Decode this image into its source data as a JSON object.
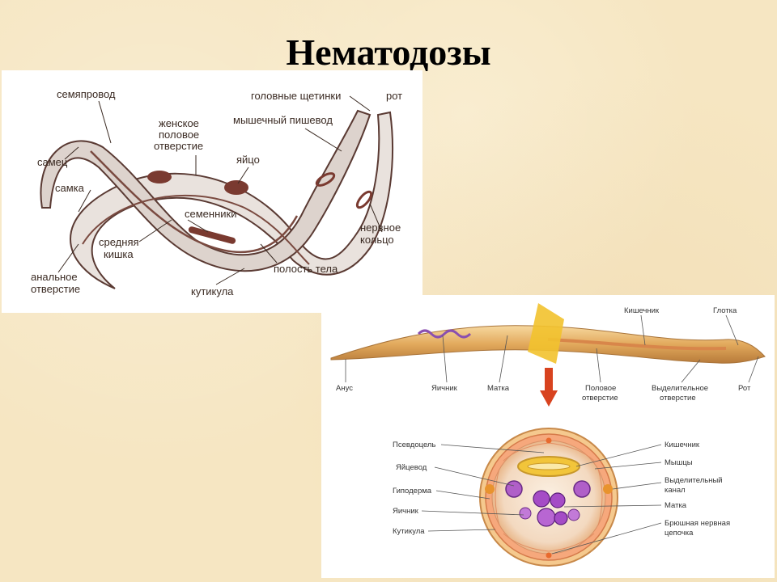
{
  "title": "Нематодозы",
  "left_diagram": {
    "labels": {
      "semyaprovod": "семяпровод",
      "samets": "самец",
      "samka": "самка",
      "analnoe_1": "анальное",
      "analnoe_2": "отверстие",
      "srednyaya_1": "средняя",
      "srednyaya_2": "кишка",
      "zhenskoe_1": "женское",
      "zhenskoe_2": "половое",
      "zhenskoe_3": "отверстие",
      "yaitso": "яйцо",
      "semenniki": "семенники",
      "kutikula": "кутикула",
      "polost": "полость тела",
      "golovnye": "головные щетинки",
      "rot": "рот",
      "pishevod": "мышечный пишевод",
      "nervnoe_1": "нервное",
      "nervnoe_2": "кольцо"
    }
  },
  "right_diagram": {
    "worm_labels": {
      "anus": "Анус",
      "yaichnik": "Яичник",
      "matka": "Матка",
      "polovoe_1": "Половое",
      "polovoe_2": "отверстие",
      "vydelit_1": "Выделительное",
      "vydelit_2": "отверстие",
      "rot": "Рот",
      "kishechnik": "Кишечник",
      "glotka": "Глотка"
    },
    "section_labels": {
      "psevdotsel": "Псевдоцель",
      "yaitsevod": "Яйцевод",
      "gipoderma": "Гиподерма",
      "yaichnik": "Яичник",
      "kutikula": "Кутикула",
      "kishechnik": "Кишечник",
      "myshtsy": "Мышцы",
      "kanal_1": "Выделительный",
      "kanal_2": "канал",
      "matka": "Матка",
      "bryushnaya_1": "Брюшная нервная",
      "bryushnaya_2": "цепочка"
    }
  }
}
